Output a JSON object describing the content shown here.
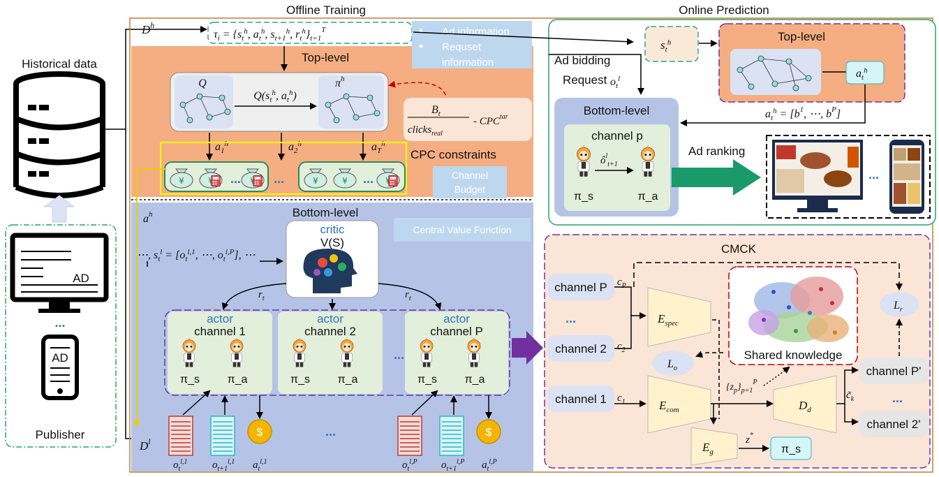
{
  "left": {
    "historical_data": "Historical data",
    "publisher": "Publisher",
    "ad_text": "AD",
    "ellipsis": "..."
  },
  "offline": {
    "title": "Offline Training",
    "D_h": "D^h",
    "tau": "τ_i = {s_t^h, a_t^h, s_{t+1}^h, r_t^h}_{t=1}^T",
    "ad_info": "Ad information",
    "request_info_1": "Requset",
    "request_info_2": "information",
    "top_level": "Top-level",
    "Q": "Q",
    "Q_func": "Q(s_t^h, a_t^h)",
    "pi_h": "π^h",
    "cpc_formula_num": "B_t",
    "cpc_formula_den": "clicks_real",
    "cpc_formula_tail": "- CPC^tar",
    "a1": "a_1^h",
    "a2": "a_2^h",
    "aT": "a_T^h",
    "cpc_constraints": "CPC constraints",
    "channel_budget_1": "Channel",
    "channel_budget_2": "Budget",
    "a_h": "a^h",
    "bottom_level": "Bottom-level",
    "critic": "critic",
    "V_S": "V(S)",
    "central_value": "Central Value Function",
    "state_seq": "⋯, s_t^l = [o_t^{l,1}, ⋯, o_t^{l,P}], ⋯",
    "r_t": "r_t",
    "actor": "actor",
    "channel_1": "channel 1",
    "channel_2": "channel 2",
    "channel_P": "channel P",
    "pi_s": "π_s",
    "pi_a": "π_a",
    "D_l": "D^l",
    "o_t_l1": "o_t^{l,1}",
    "o_t1_l1": "o_{t+1}^{l,1}",
    "a_t_l1": "a_t^{l,1}",
    "o_t_lP": "o_t^{l,P}",
    "o_t1_lP": "o_{t+1}^{l,P}",
    "a_t_lP": "a_t^{l,P}",
    "dollar": "$",
    "yen": "¥"
  },
  "online": {
    "title": "Online Prediction",
    "s_t_h": "s_t^h",
    "top_level": "Top-level",
    "a_t_h": "a_t^h",
    "ad_bidding": "Ad bidding",
    "request": "Request",
    "o_t_l": "o_t^l",
    "bottom_level": "Bottom-level",
    "channel_p": "channel p",
    "a_expr": "a_t^h = [b^1, ⋯, b^P]",
    "o_hat": "ô^l_{t+1}",
    "pi_s": "π_s",
    "pi_a": "π_a",
    "ad_ranking": "Ad ranking",
    "dots": "..."
  },
  "cmck": {
    "title": "CMCK",
    "channel_P": "channel P",
    "channel_2": "channel 2",
    "channel_1": "channel 1",
    "cP": "c_P",
    "c2": "c_2",
    "c1": "c_1",
    "E_spec": "E_spec",
    "E_com": "E_com",
    "E_g": "E_g",
    "L_o": "L_o",
    "L_r": "L_r",
    "shared_knowledge": "Shared knowledge",
    "z_set": "{z_p}_{p=1}^P",
    "D_d": "D_d",
    "c_tilde_k": "c̃_k",
    "channel_P_prime": "channel P'",
    "channel_2_prime": "channel 2'",
    "z_star": "z*",
    "pi_s": "π_s",
    "dots": "..."
  }
}
